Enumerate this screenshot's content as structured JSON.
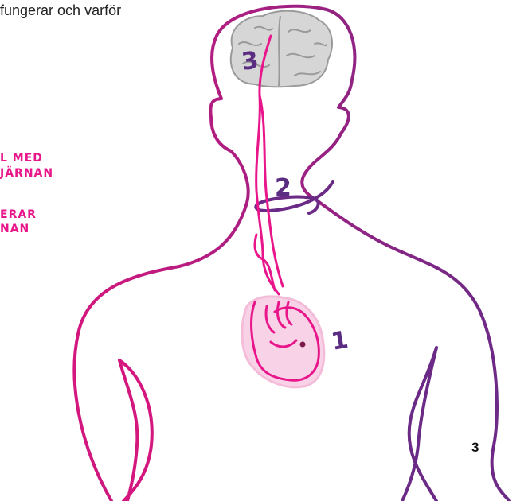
{
  "header": {
    "text": "fungerar och varför"
  },
  "side_notes": {
    "line1": "L MED",
    "line2": "JÄRNAN",
    "line3": "ERAR",
    "line4": "NAN"
  },
  "diagram": {
    "labels": {
      "heart": "1",
      "neck": "2",
      "brain": "3"
    },
    "colors": {
      "outline_left": "#d4177e",
      "outline_right": "#6a2a86",
      "nerve": "#e8168a",
      "heart_fill": "#f8d2e6",
      "brain_fill": "#d6d6d6",
      "number_ink": "#5a2c82"
    }
  },
  "page": {
    "number": "3"
  }
}
